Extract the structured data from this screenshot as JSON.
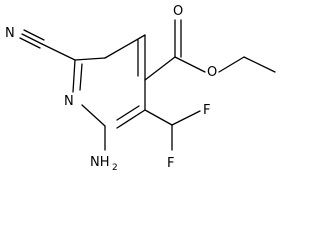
{
  "molecule": {
    "atoms": {
      "nitrile_n": "N",
      "ring_n": "N",
      "amino": {
        "symbol": "NH",
        "subscript": "2"
      },
      "fluorine_1": "F",
      "fluorine_2": "F",
      "carbonyl_o": "O",
      "ester_o": "O"
    }
  }
}
